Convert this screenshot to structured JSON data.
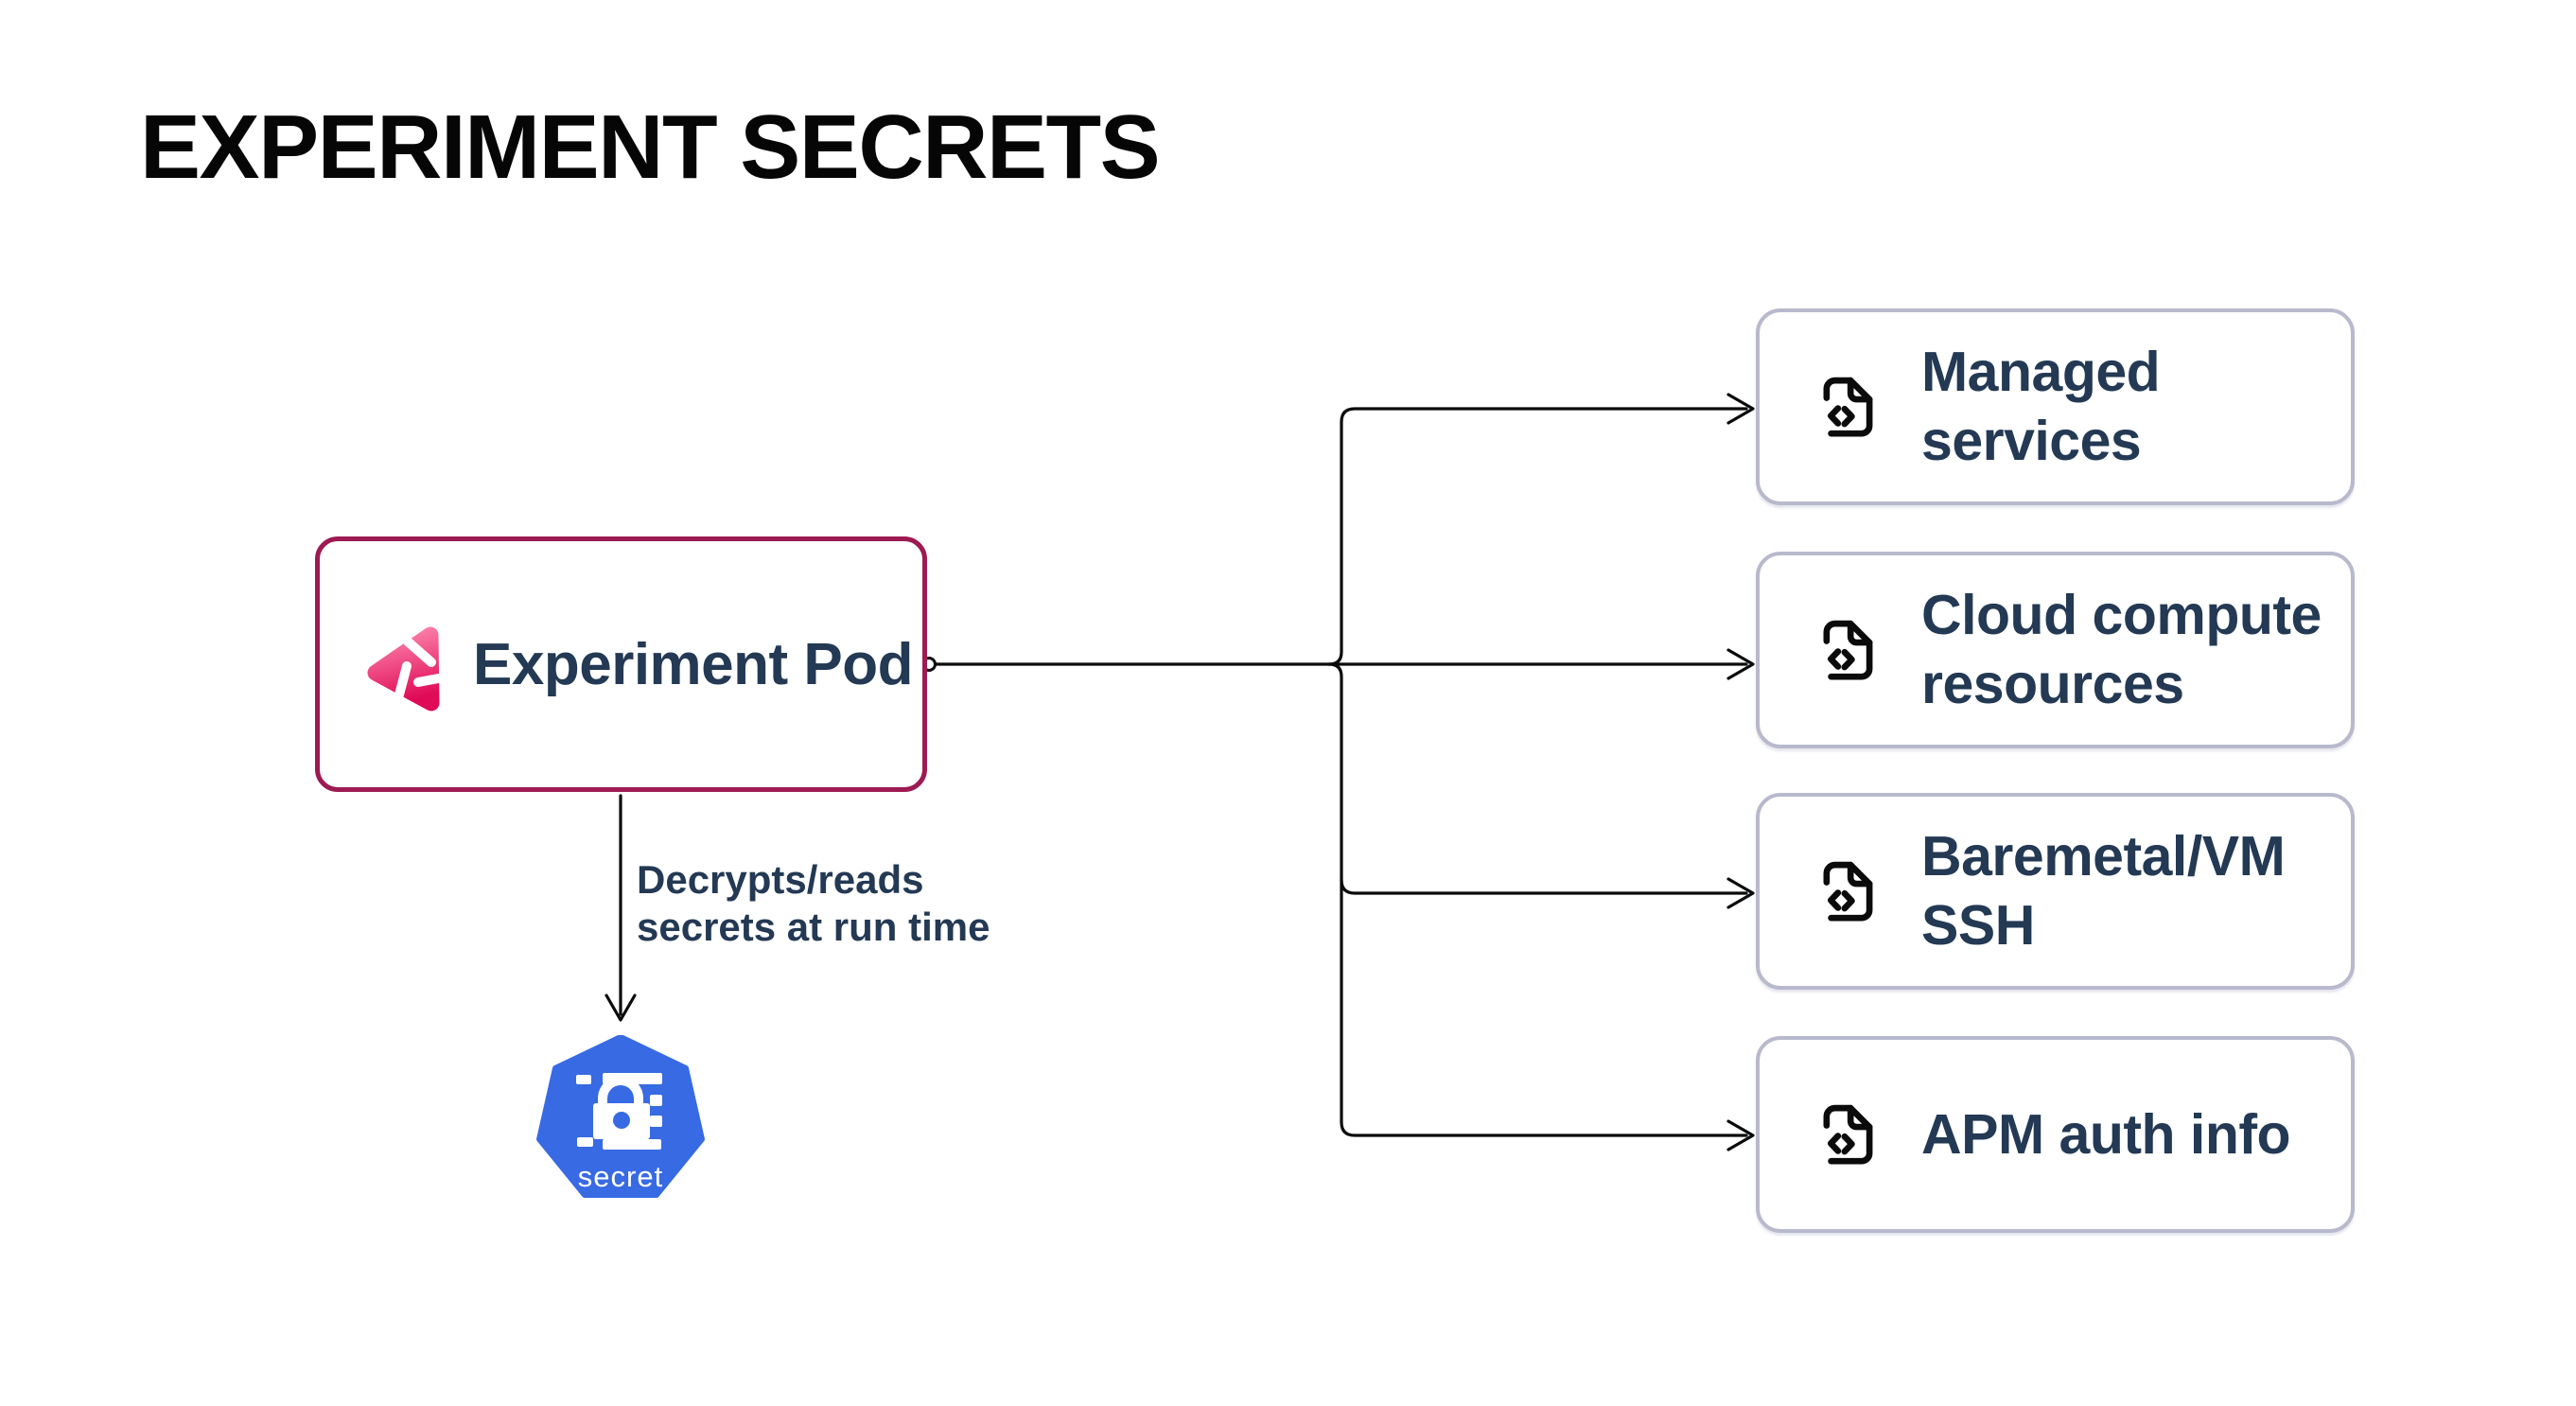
{
  "title": "EXPERIMENT SECRETS",
  "pod": {
    "label": "Experiment Pod"
  },
  "annotation": {
    "line1": "Decrypts/reads",
    "line2": "secrets at run time"
  },
  "secret_node": {
    "label": "secret"
  },
  "targets": [
    {
      "lines": [
        "Managed",
        "services"
      ]
    },
    {
      "lines": [
        "Cloud compute",
        "resources"
      ]
    },
    {
      "lines": [
        "Baremetal/VM",
        "SSH"
      ]
    },
    {
      "lines": [
        "APM auth info"
      ]
    }
  ],
  "icons": {
    "pod_icon": "litmus-chaos-icon",
    "target_icon": "file-code-icon",
    "secret_icon": "kubernetes-secret-heptagon-icon"
  },
  "colors": {
    "background": "#ffffff",
    "title_text": "#060606",
    "pod_border": "#9d1a52",
    "node_border": "#b8b9cd",
    "label_navy": "#233954",
    "litmus_pink_light": "#fc83ab",
    "litmus_pink_dark": "#e00b57",
    "kubernetes_blue": "#376ae3",
    "connector_black": "#0a0a0a",
    "doc_icon_black": "#0b0b0b"
  }
}
